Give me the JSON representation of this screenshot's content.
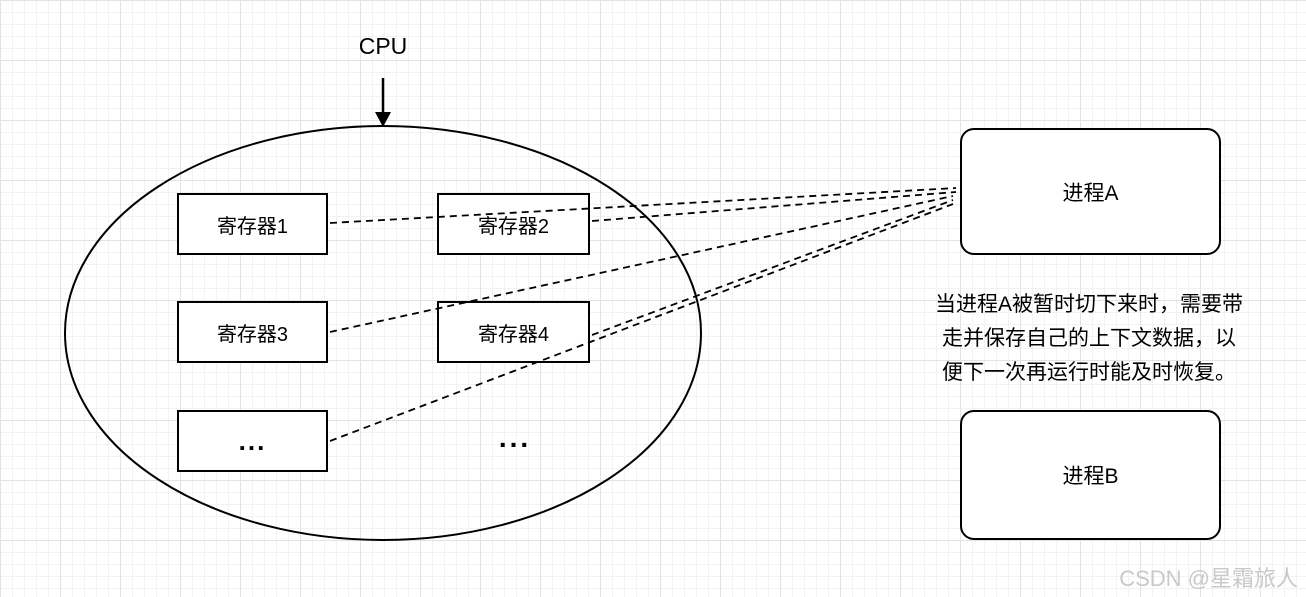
{
  "diagram": {
    "cpu_label": "CPU",
    "registers": [
      {
        "label": "寄存器1"
      },
      {
        "label": "寄存器2"
      },
      {
        "label": "寄存器3"
      },
      {
        "label": "寄存器4"
      },
      {
        "label": "..."
      }
    ],
    "ellipsis_text": "...",
    "processes": [
      {
        "label": "进程A"
      },
      {
        "label": "进程B"
      }
    ],
    "annotation": "当进程A被暂时切下来时，需要带\n走并保存自己的上下文数据，以\n便下一次再运行时能及时恢复。",
    "watermark": "CSDN @星霜旅人",
    "colors": {
      "stroke": "#000000",
      "grid_minor": "#f2f2f2",
      "grid_major": "#e3e3e3",
      "watermark": "#c9c9c9"
    }
  }
}
